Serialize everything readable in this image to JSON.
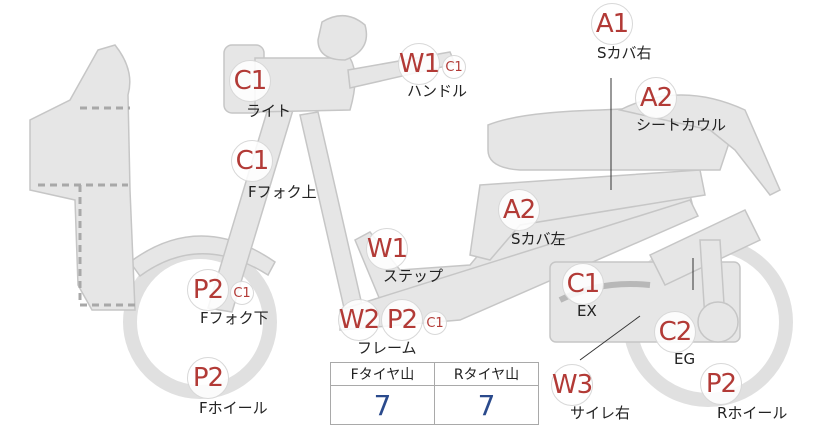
{
  "parts": {
    "light": {
      "code": "C1",
      "label": "ライト"
    },
    "handle": {
      "code": "W1",
      "sub": "C1",
      "label": "ハンドル"
    },
    "scover_r": {
      "code": "A1",
      "label": "Sカバ右"
    },
    "seat_cowl": {
      "code": "A2",
      "label": "シートカウル"
    },
    "ffork_top": {
      "code": "C1",
      "label": "Fフォク上"
    },
    "scover_l": {
      "code": "A2",
      "label": "Sカバ左"
    },
    "step": {
      "code": "W1",
      "label": "ステップ"
    },
    "ffork_bot": {
      "code": "P2",
      "sub": "C1",
      "label": "Fフォク下"
    },
    "frame": {
      "code": "W2",
      "code2": "P2",
      "sub": "C1",
      "label": "フレーム"
    },
    "ex": {
      "code": "C1",
      "label": "EX"
    },
    "eg": {
      "code": "C2",
      "label": "EG"
    },
    "fwheel": {
      "code": "P2",
      "label": "Fホイール"
    },
    "muffler_r": {
      "code": "W3",
      "label": "サイレ右"
    },
    "rwheel": {
      "code": "P2",
      "label": "Rホイール"
    }
  },
  "tire_table": {
    "headers": [
      "Fタイヤ山",
      "Rタイヤ山"
    ],
    "values": [
      "7",
      "7"
    ]
  },
  "colors": {
    "body_fill": "#e6e6e6",
    "outline": "#c4c4c4",
    "code_text": "#b23a36",
    "value_text": "#2a4a8c"
  }
}
